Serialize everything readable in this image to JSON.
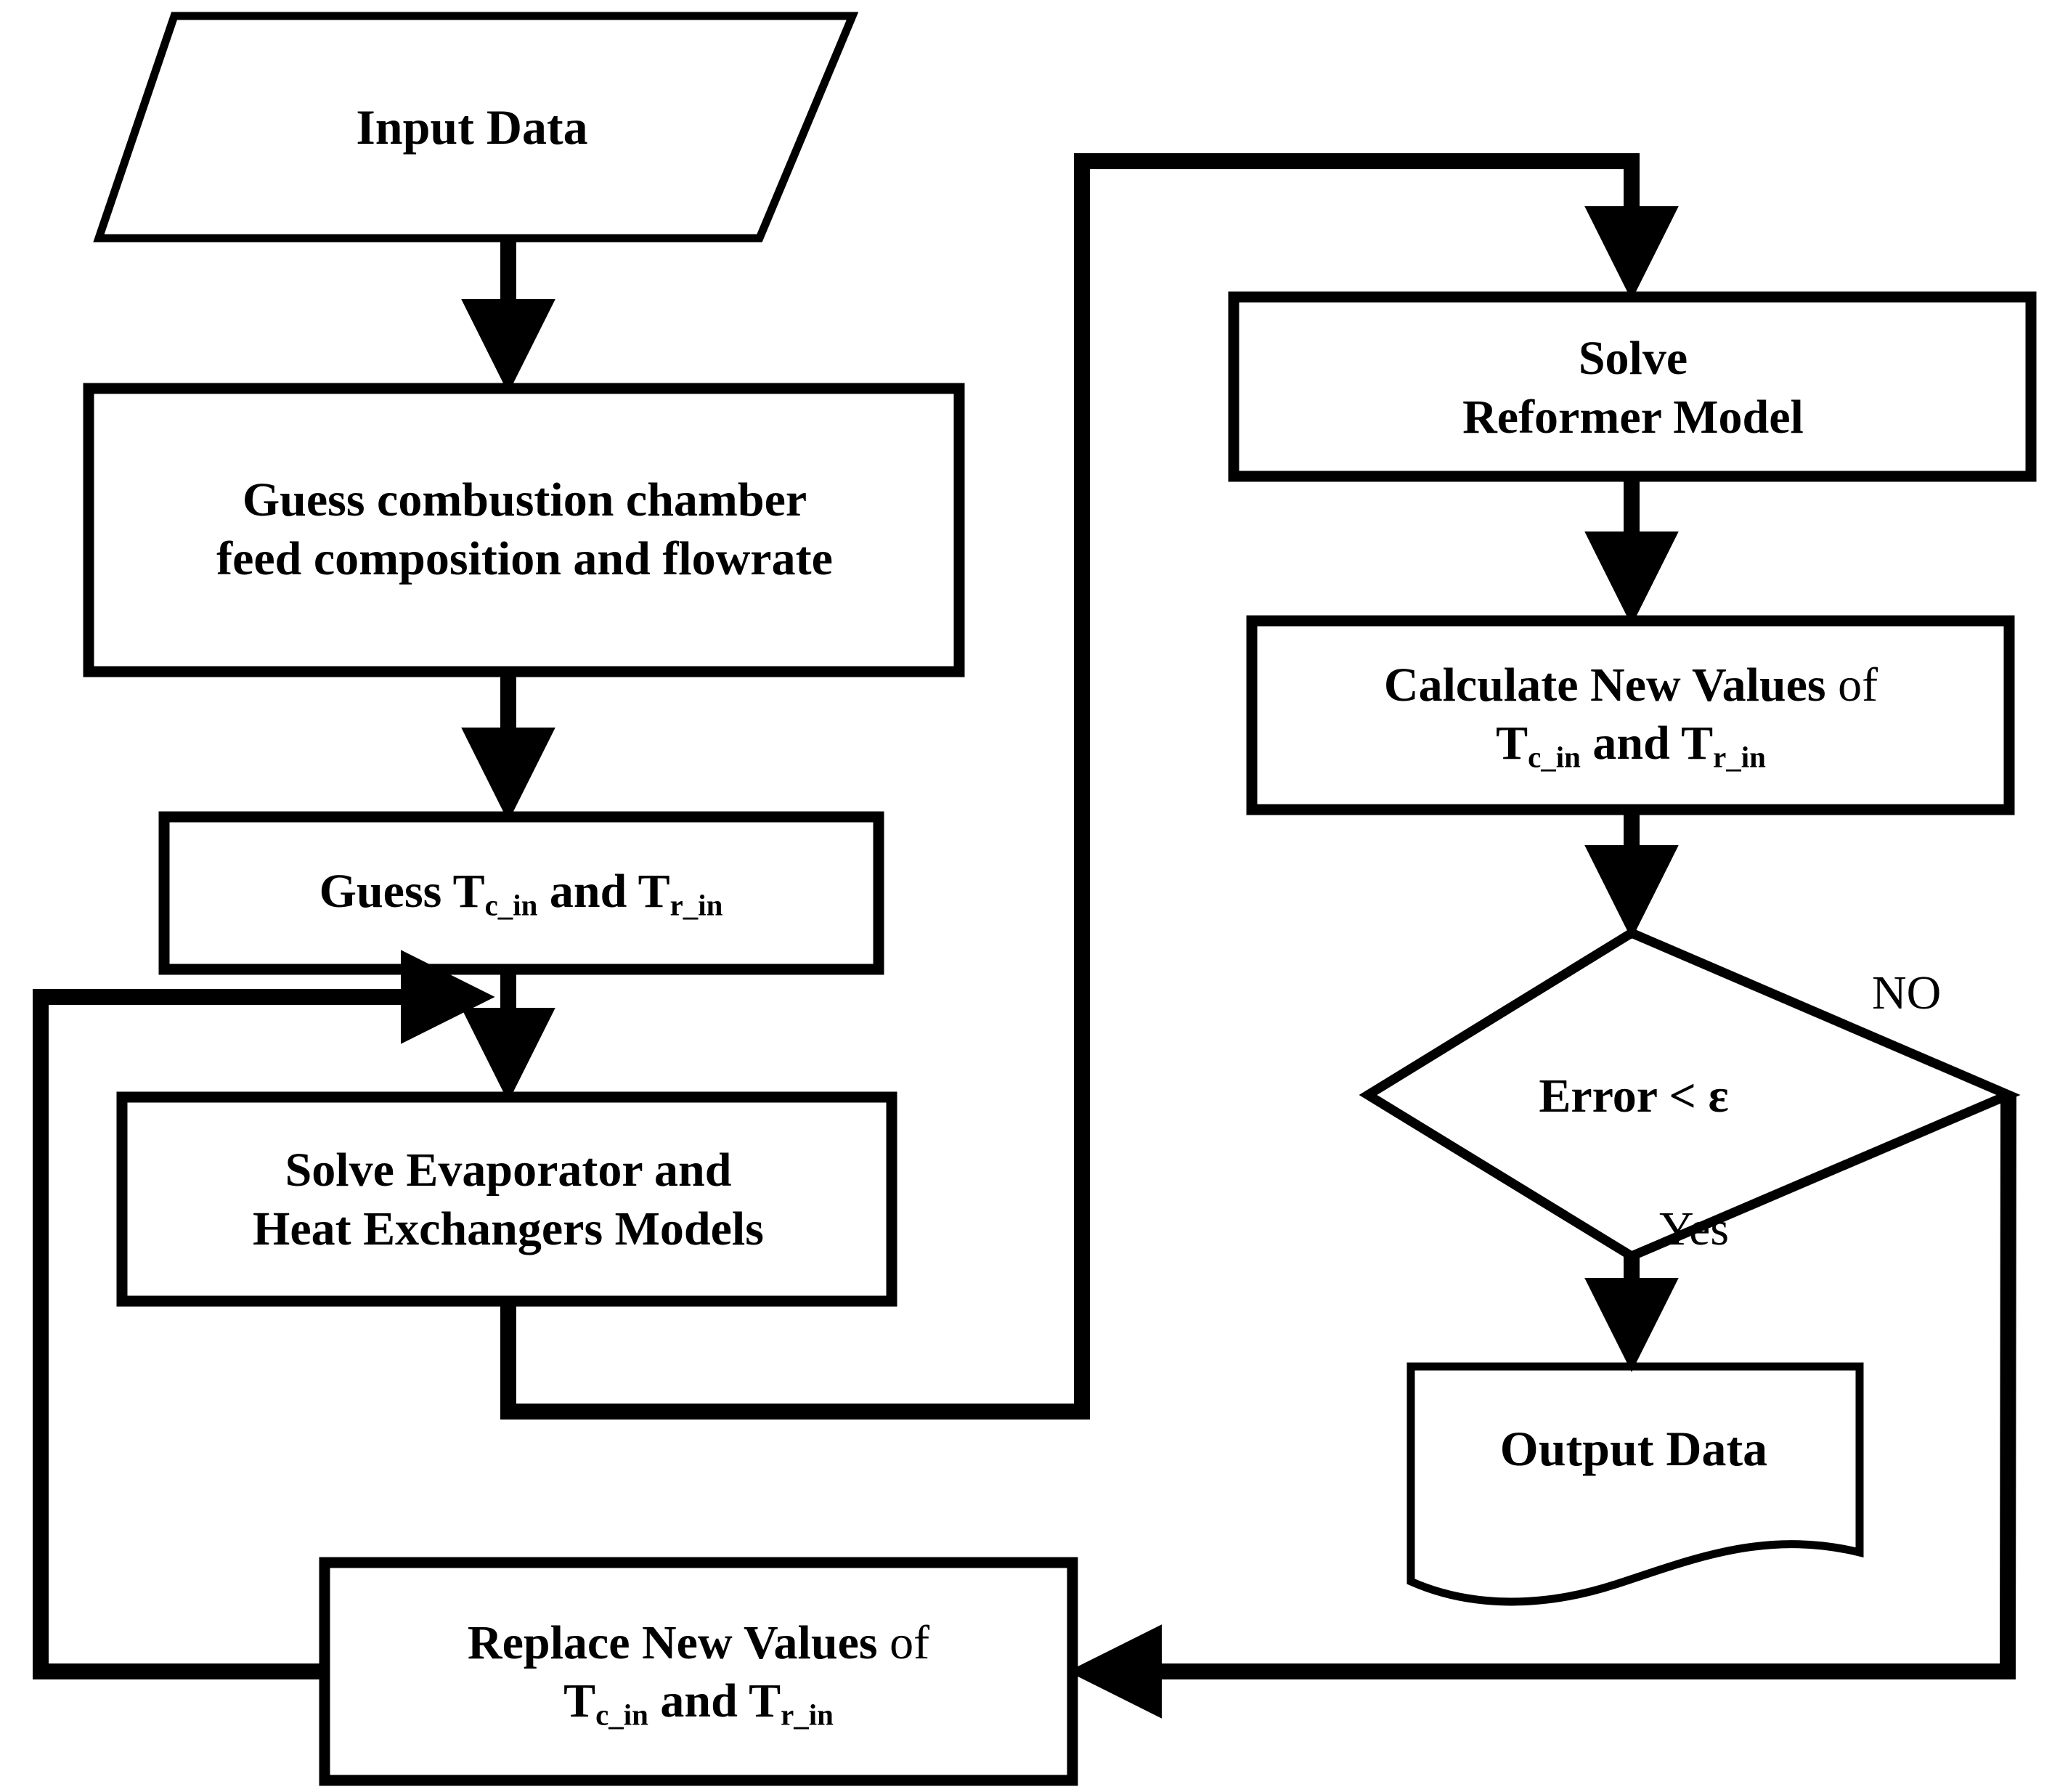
{
  "diagram": {
    "title": "Iterative solution procedure flowchart",
    "colors": {
      "stroke": "#000000",
      "fill": "#ffffff",
      "text": "#000000"
    },
    "nodes": {
      "input_data": {
        "shape": "parallelogram",
        "label": "Input Data"
      },
      "guess_combustion": {
        "shape": "rectangle",
        "line1": "Guess combustion chamber",
        "line2": "feed composition and flowrate"
      },
      "guess_temps": {
        "shape": "rectangle",
        "prefix": "Guess T",
        "sub1": "c_in",
        "middle": " and T",
        "sub2": "r_in"
      },
      "solve_evaporator": {
        "shape": "rectangle",
        "line1": "Solve Evaporator and",
        "line2": "Heat Exchangers Models"
      },
      "solve_reformer": {
        "shape": "rectangle",
        "line1": "Solve",
        "line2": "Reformer Model"
      },
      "calculate_new_values": {
        "shape": "rectangle",
        "line1_bold": "Calculate New Values",
        "line1_light": " of",
        "prefix": "T",
        "sub1": "c_in",
        "middle": " and T",
        "sub2": "r_in"
      },
      "error_check": {
        "shape": "diamond",
        "label": "Error < ε"
      },
      "output_data": {
        "shape": "document",
        "label": "Output Data"
      },
      "replace_new_values": {
        "shape": "rectangle",
        "line1_bold": "Replace New Values",
        "line1_light": " of",
        "prefix": "T",
        "sub1": "c_in",
        "middle": " and T",
        "sub2": "r_in"
      }
    },
    "edge_labels": {
      "no": "NO",
      "yes": "Yes"
    }
  }
}
